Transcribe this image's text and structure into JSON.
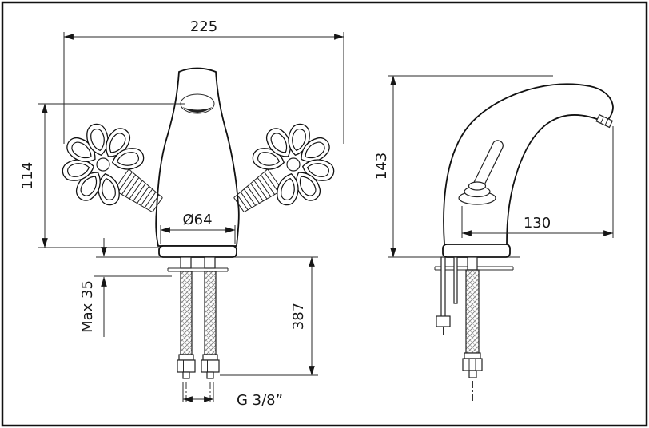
{
  "drawing_type": "faucet technical drawing, front and side views",
  "views": {
    "front": {
      "dim_overall_width": "225",
      "dim_height_to_outlet": "114",
      "dim_base_diameter": "Ø64",
      "dim_max_mounting_thickness": "Max 35",
      "dim_hose_length": "387",
      "dim_thread": "G 3/8”"
    },
    "side": {
      "dim_height": "143",
      "dim_spout_reach": "130"
    }
  }
}
